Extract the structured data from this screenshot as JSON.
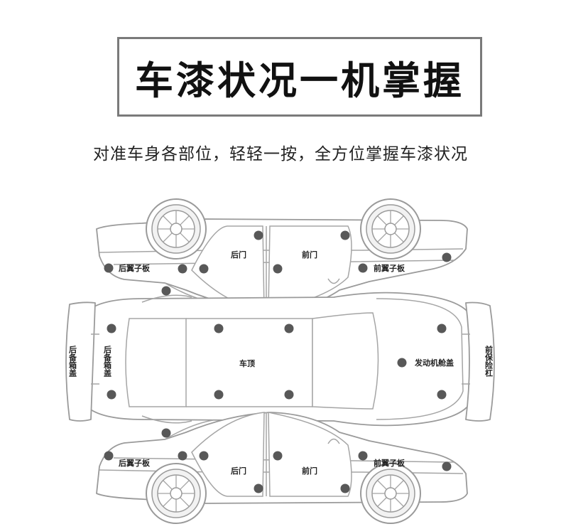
{
  "header": {
    "title": "车漆状况一机掌握",
    "subtitle": "对准车身各部位，轻轻一按，全方位掌握车漆状况"
  },
  "labels": {
    "top_rear_fender": "后翼子板",
    "top_rear_door": "后门",
    "top_front_door": "前门",
    "top_front_fender": "前翼子板",
    "rear_bumper": "后备箱盖",
    "trunk_lid": "后备箱盖",
    "roof": "车顶",
    "hood": "发动机舱盖",
    "front_bumper": "前保险杠",
    "bottom_rear_fender": "后翼子板",
    "bottom_rear_door": "后门",
    "bottom_front_door": "前门",
    "bottom_front_fender": "前翼子板"
  },
  "colors": {
    "outline": "#9a9a9a",
    "dot": "#585858",
    "title_border": "#7a7a7a"
  }
}
